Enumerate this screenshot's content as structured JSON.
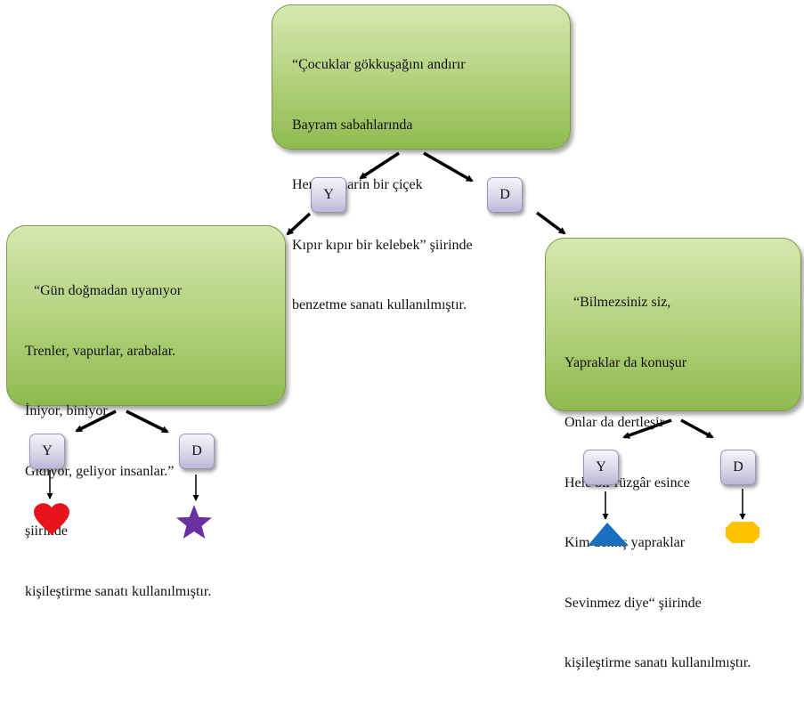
{
  "boxes": {
    "top": {
      "lines": [
        "“Çocuklar gökkuşağını andırır",
        "Bayram sabahlarında",
        "Her biri narin bir çiçek",
        "Kıpır kıpır bir kelebek” şiirinde",
        "benzetme sanatı kullanılmıştır."
      ]
    },
    "left": {
      "lines": [
        "“Gün doğmadan uyanıyor",
        "Trenler, vapurlar, arabalar.",
        "İniyor, biniyor",
        "Gidiyor, geliyor insanlar.”",
        "şiirinde",
        "kişileştirme sanatı kullanılmıştır."
      ]
    },
    "right": {
      "lines": [
        "“Bilmezsiniz siz,",
        "Yapraklar da konuşur",
        "Onlar da dertleşir",
        "Hele bir rüzgâr esince",
        "Kim demiş yapraklar",
        "Sevinmez diye“ şiirinde",
        "kişileştirme sanatı kullanılmıştır."
      ]
    }
  },
  "keys": {
    "yes_label": "Y",
    "no_label": "D"
  },
  "outcomes": {
    "left_yes": {
      "shape": "heart-icon",
      "color": "#e8141c"
    },
    "left_no": {
      "shape": "star-icon",
      "color": "#6a2fa0"
    },
    "right_yes": {
      "shape": "triangle-icon",
      "color": "#1a6fc0"
    },
    "right_no": {
      "shape": "octagon-icon",
      "color": "#ffc000"
    }
  }
}
